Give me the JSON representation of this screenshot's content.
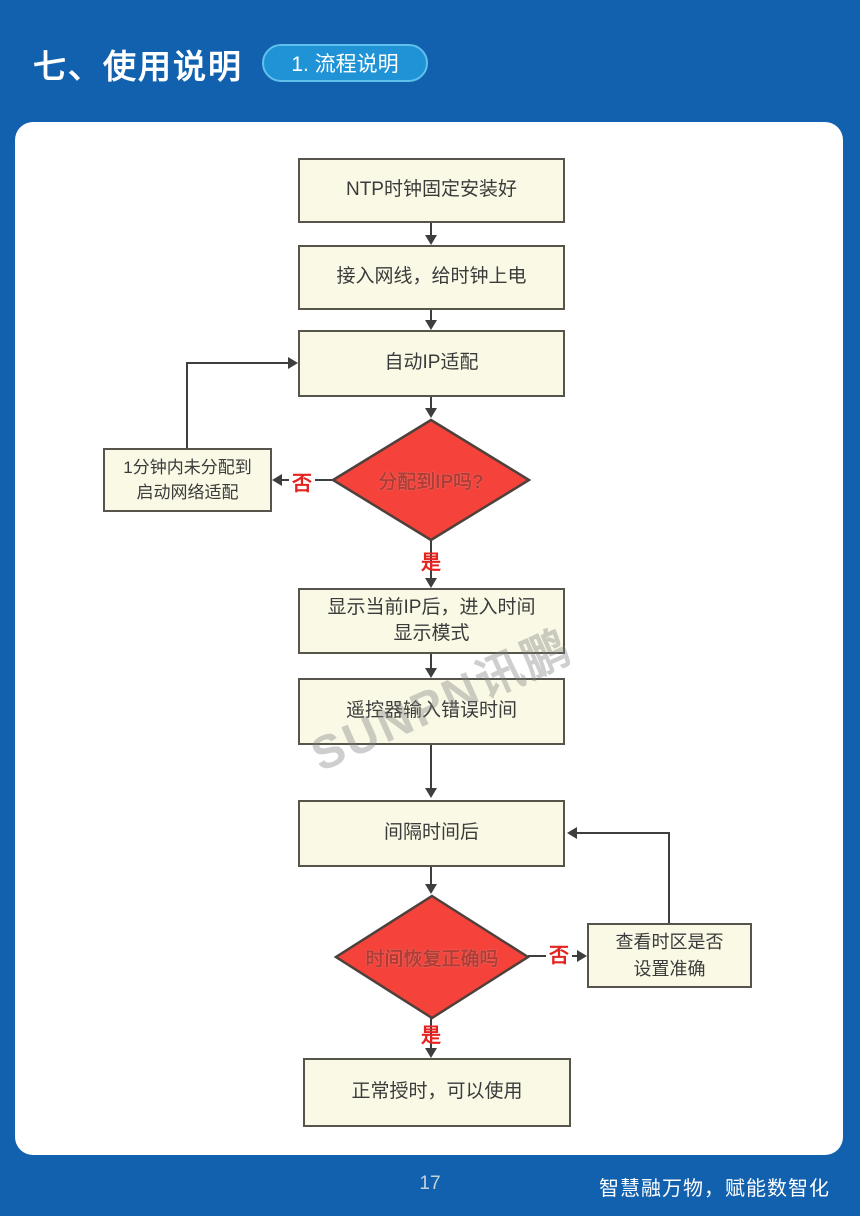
{
  "header": {
    "section_title": "七、使用说明",
    "badge_label": "1. 流程说明"
  },
  "flow": {
    "steps": [
      {
        "key": "installed",
        "label": "NTP时钟固定安装好"
      },
      {
        "key": "power-on",
        "label": "接入网线，给时钟上电"
      },
      {
        "key": "auto-ip",
        "label": "自动IP适配"
      },
      {
        "key": "retry-network",
        "label": "1分钟内未分配到\n启动网络适配"
      },
      {
        "key": "show-ip",
        "label": "显示当前IP后，进入时间\n显示模式"
      },
      {
        "key": "wrong-time",
        "label": "遥控器输入错误时间"
      },
      {
        "key": "after-interval",
        "label": "间隔时间后"
      },
      {
        "key": "check-timezone",
        "label": "查看时区是否\n设置准确"
      },
      {
        "key": "ready",
        "label": "正常授时，可以使用"
      }
    ],
    "decisions": [
      {
        "key": "ip-assigned",
        "label": "分配到IP吗?"
      },
      {
        "key": "time-correct",
        "label": "时间恢复正确吗"
      }
    ],
    "edge_labels": [
      {
        "key": "no-1",
        "text": "否"
      },
      {
        "key": "yes-1",
        "text": "是"
      },
      {
        "key": "no-2",
        "text": "否"
      },
      {
        "key": "yes-2",
        "text": "是"
      }
    ]
  },
  "watermark": {
    "text": "SUNPN讯鹏"
  },
  "footer": {
    "page_number": "17",
    "slogan": "智慧融万物，赋能数智化"
  },
  "colors": {
    "background_blue": "#1261ae",
    "badge_blue": "#2093d6",
    "badge_border": "#5fc0ec",
    "node_fill": "#faf9e6",
    "node_border": "#56544b",
    "diamond_fill": "#f5433c",
    "diamond_border": "#4f403b",
    "decision_text": "#b03d35",
    "edge_label_red": "#e42320",
    "arrow_gray": "#3e3e3e"
  }
}
